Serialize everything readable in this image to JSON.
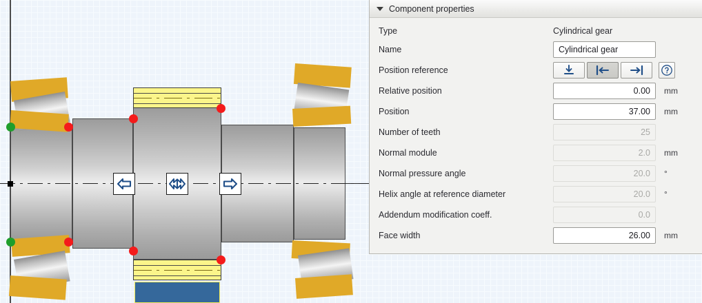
{
  "viewport": {
    "name": "cad-shaft-cross-section-view",
    "grid_bg_color": "#eef4fb",
    "grid_line_color": "#e3ecf5",
    "axis_color": "#2b2b2b",
    "shaft_color": "#c8c8c8",
    "gear_color": "#fbf58a",
    "gear_selection_color": "#35689b",
    "bearing_color": "#e0a928",
    "snap_point_red": "#f41b1b",
    "snap_point_green": "#1f9e2c",
    "manipulators": [
      {
        "name": "move-left-arrow",
        "icon": "arrow-left-icon"
      },
      {
        "name": "move-bidirectional-arrow",
        "icon": "arrow-left-right-icon"
      },
      {
        "name": "move-right-arrow",
        "icon": "arrow-right-icon"
      }
    ]
  },
  "panel": {
    "title": "Component properties",
    "collapse_icon": "triangle-down-icon",
    "expanded": true,
    "rows": [
      {
        "label": "Type",
        "value": "Cylindrical gear",
        "kind": "static",
        "unit": ""
      },
      {
        "label": "Name",
        "value": "Cylindrical gear",
        "kind": "text",
        "unit": ""
      },
      {
        "label": "Position reference",
        "value": "",
        "kind": "toggles",
        "unit": ""
      },
      {
        "label": "Relative position",
        "value": "0.00",
        "kind": "number",
        "unit": "mm"
      },
      {
        "label": "Position",
        "value": "37.00",
        "kind": "number",
        "unit": "mm"
      },
      {
        "label": "Number of teeth",
        "value": "25",
        "kind": "readonly",
        "unit": ""
      },
      {
        "label": "Normal module",
        "value": "2.0",
        "kind": "readonly",
        "unit": "mm"
      },
      {
        "label": "Normal pressure angle",
        "value": "20.0",
        "kind": "readonly",
        "unit": "°"
      },
      {
        "label": "Helix angle at reference diameter",
        "value": "20.0",
        "kind": "readonly",
        "unit": "°"
      },
      {
        "label": "Addendum modification coeff.",
        "value": "0.0",
        "kind": "readonly",
        "unit": ""
      },
      {
        "label": "Face width",
        "value": "26.00",
        "kind": "number",
        "unit": "mm"
      }
    ],
    "position_reference": {
      "buttons": [
        {
          "name": "reference-center-button",
          "icon": "align-center-down-icon",
          "active": false
        },
        {
          "name": "reference-left-button",
          "icon": "align-left-icon",
          "active": true
        },
        {
          "name": "reference-right-button",
          "icon": "align-right-icon",
          "active": false
        }
      ],
      "help": {
        "name": "help-button",
        "icon": "question-mark-circle-icon"
      }
    }
  }
}
